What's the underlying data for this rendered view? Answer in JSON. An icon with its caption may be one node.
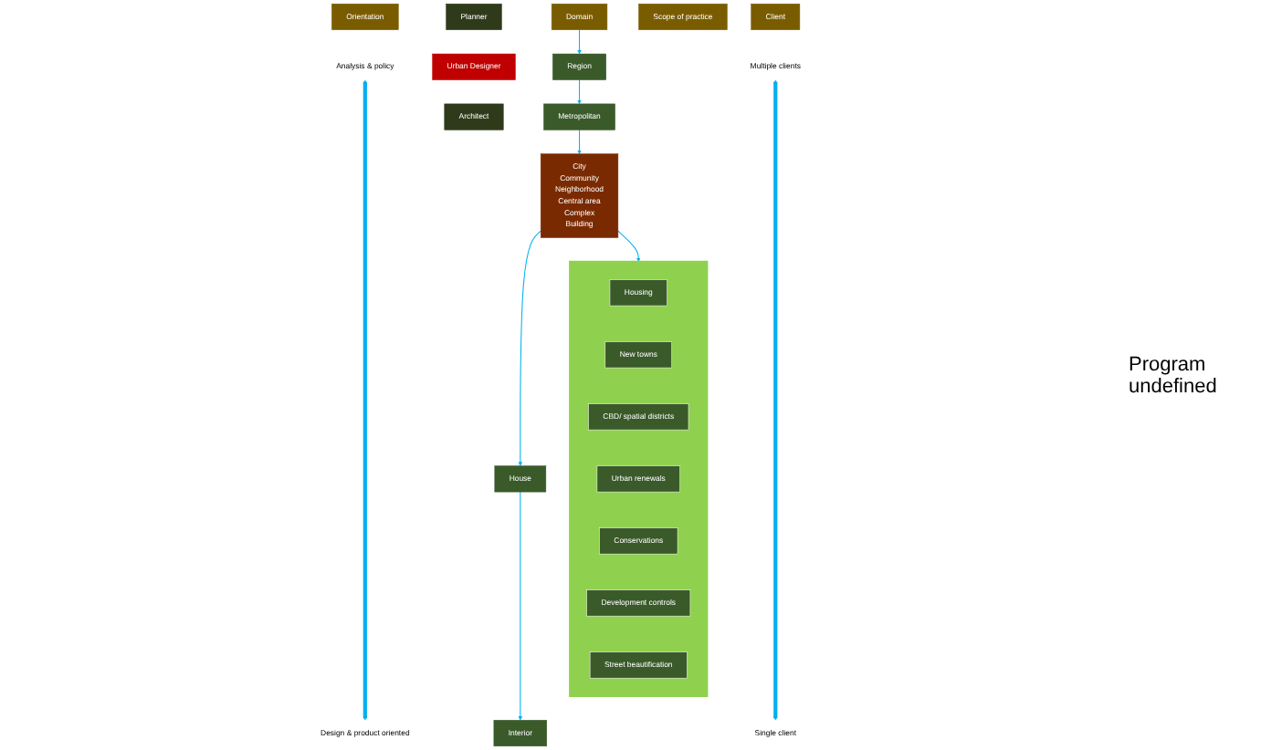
{
  "diagram": {
    "nodes": [
      {
        "text": [
          "Orientation"
        ]
      },
      {
        "text": [
          "Client"
        ]
      },
      {
        "text": [
          "Domain"
        ]
      },
      {
        "text": [
          "Scope of  practice"
        ]
      },
      {
        "text": [
          "Planner"
        ]
      },
      {
        "text": [
          "Analysis & policy"
        ]
      },
      {
        "text": [
          "Multiple clients"
        ]
      },
      {
        "text": [
          "Region"
        ]
      },
      {
        "text": [
          "Metropolitan"
        ]
      },
      {
        "text": [
          "Urban Designer"
        ]
      },
      {
        "text": [
          "City",
          "Community",
          "Neighborhood",
          "Central area",
          "Complex",
          "Building"
        ]
      },
      {
        "text": [],
        "shape": "box"
      },
      {
        "text": [
          "Housing"
        ],
        "in": 11
      },
      {
        "text": [
          "New towns"
        ],
        "in": 11
      },
      {
        "text": [
          "CBD/ spatial districts"
        ],
        "in": 11
      },
      {
        "text": [
          "Urban renewals"
        ],
        "in": 11
      },
      {
        "text": [
          "Conservations"
        ],
        "in": 11
      },
      {
        "text": [
          "Development controls"
        ],
        "in": 11
      },
      {
        "text": [
          "Street beautification"
        ],
        "in": 11
      },
      {
        "text": [
          "Design & product oriented"
        ]
      },
      {
        "text": [
          "Single client"
        ]
      },
      {
        "text": [
          "House"
        ]
      },
      {
        "text": [
          "Architect"
        ]
      },
      {
        "text": [
          "Interior"
        ]
      }
    ],
    "edges": [
      {
        "from": 2,
        "to": 7,
        "arrow": "to"
      },
      {
        "from": 7,
        "to": 8,
        "arrow": "to"
      },
      {
        "from": 8,
        "to": 10,
        "arrow": "to"
      },
      {
        "from": 10,
        "to": 11,
        "arrow": "to"
      },
      {
        "from": 10,
        "to": 21,
        "arrow": "to"
      },
      {
        "from": 21,
        "to": 23,
        "arrow": "to"
      },
      {
        "from": 5,
        "to": 19,
        "arrow": "both",
        "style": "thick"
      },
      {
        "from": 6,
        "to": 20,
        "arrow": "both",
        "style": "thick"
      }
    ],
    "labels": [
      "Program undefined"
    ]
  }
}
